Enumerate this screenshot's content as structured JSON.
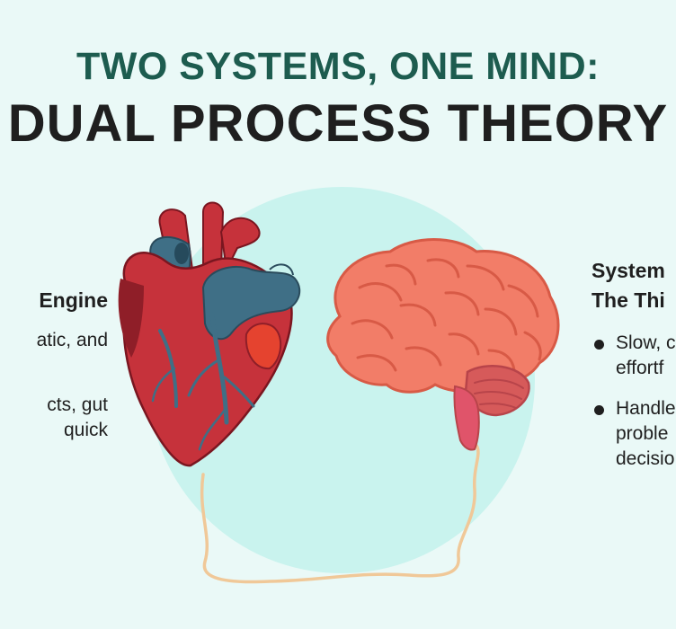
{
  "title": {
    "line1": "TWO SYSTEMS, ONE MIND:",
    "line2": "DUAL PROCESS THEORY"
  },
  "left_panel": {
    "heading": "Engine",
    "lines": [
      "atic, and",
      "cts, gut",
      "quick"
    ]
  },
  "right_panel": {
    "heading_line1": "System",
    "heading_line2": "The Thi",
    "bullets": [
      {
        "line1": "Slow, c",
        "line2": "effortf"
      },
      {
        "line1": "Handle",
        "line2": "proble",
        "line3": "decisio"
      }
    ]
  },
  "colors": {
    "background": "#eaf9f7",
    "circle": "#c9f3ee",
    "heart_red": "#c6323b",
    "heart_dark": "#8f1e28",
    "heart_vessel": "#3f6f86",
    "brain": "#f27d68",
    "cord": "#f0c898"
  },
  "icons": [
    "heart-illustration",
    "brain-illustration",
    "connecting-cord"
  ]
}
